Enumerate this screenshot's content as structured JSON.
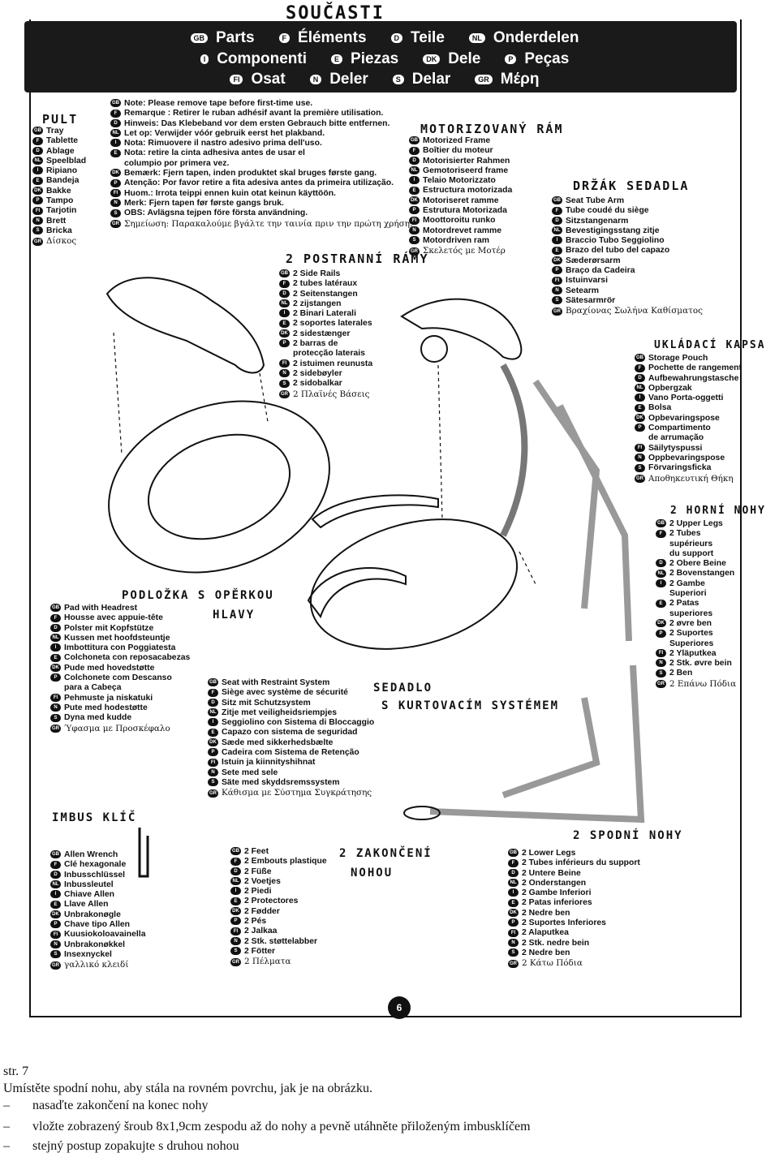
{
  "handwritten": {
    "title": "SOUČASTI",
    "pult": "PULT",
    "motor_frame": "MOTORIZOVANÝ RÁM",
    "seat_holder": "DRŽÁK SEDADLA",
    "pocket": "UKLÁDACÍ KAPSA",
    "side_rails": "2 POSTRANNÍ RÁMY",
    "upper_legs": "2 HORNÍ NOHY",
    "pad_line1": "PODLOŽKA S OPĚRKOU",
    "pad_line2": "HLAVY",
    "seat_line1": "SEDADLO",
    "seat_line2": "S KURTOVACÍM SYSTÉMEM",
    "wrench": "IMBUS KLÍČ",
    "feet_line1": "2 ZAKONČENÍ",
    "feet_line2": "NOHOU",
    "lower_legs": "2 SPODNÍ NOHY"
  },
  "banner": {
    "row1": [
      {
        "code": "GB",
        "text": "Parts"
      },
      {
        "code": "F",
        "text": "Éléments"
      },
      {
        "code": "D",
        "text": "Teile"
      },
      {
        "code": "NL",
        "text": "Onderdelen"
      }
    ],
    "row2": [
      {
        "code": "I",
        "text": "Componenti"
      },
      {
        "code": "E",
        "text": "Piezas"
      },
      {
        "code": "DK",
        "text": "Dele"
      },
      {
        "code": "P",
        "text": "Peças"
      }
    ],
    "row3": [
      {
        "code": "FI",
        "text": "Osat"
      },
      {
        "code": "N",
        "text": "Deler"
      },
      {
        "code": "S",
        "text": "Delar"
      },
      {
        "code": "GR",
        "text": "Μέρη"
      }
    ]
  },
  "tray": {
    "items": [
      {
        "code": "GB",
        "text": "Tray"
      },
      {
        "code": "F",
        "text": "Tablette"
      },
      {
        "code": "D",
        "text": "Ablage"
      },
      {
        "code": "NL",
        "text": "Speelblad"
      },
      {
        "code": "I",
        "text": "Ripiano"
      },
      {
        "code": "E",
        "text": "Bandeja"
      },
      {
        "code": "DK",
        "text": "Bakke"
      },
      {
        "code": "P",
        "text": "Tampo"
      },
      {
        "code": "FI",
        "text": "Tarjotin"
      },
      {
        "code": "N",
        "text": "Brett"
      },
      {
        "code": "S",
        "text": "Bricka"
      },
      {
        "code": "GR",
        "text": "Δίσκος"
      }
    ]
  },
  "note": {
    "items": [
      {
        "code": "GB",
        "text": "Note: Please remove tape before first-time use."
      },
      {
        "code": "F",
        "text": "Remarque : Retirer le ruban adhésif avant la première utilisation."
      },
      {
        "code": "D",
        "text": "Hinweis: Das Klebeband vor dem ersten Gebrauch bitte entfernen."
      },
      {
        "code": "NL",
        "text": "Let op: Verwijder vóór gebruik eerst het plakband."
      },
      {
        "code": "I",
        "text": "Nota: Rimuovere il nastro adesivo prima dell'uso."
      },
      {
        "code": "E",
        "text": "Nota: retire la cinta adhesiva antes de usar el"
      },
      {
        "code": "",
        "text": "columpio por primera vez."
      },
      {
        "code": "DK",
        "text": "Bemærk: Fjern tapen, inden produktet skal bruges første gang."
      },
      {
        "code": "P",
        "text": "Atenção: Por favor retire a fita adesiva antes da primeira utilização."
      },
      {
        "code": "FI",
        "text": "Huom.: Irrota teippi ennen kuin otat keinun käyttöön."
      },
      {
        "code": "N",
        "text": "Merk: Fjern tapen før første gangs bruk."
      },
      {
        "code": "S",
        "text": "OBS: Avlägsna tejpen före första användning."
      },
      {
        "code": "GR",
        "text": "Σημείωση: Παρακαλούμε βγάλτε την ταινία πριν την πρώτη χρήση."
      }
    ]
  },
  "motor": {
    "items": [
      {
        "code": "GB",
        "text": "Motorized Frame"
      },
      {
        "code": "F",
        "text": "Boîtier du moteur"
      },
      {
        "code": "D",
        "text": "Motorisierter Rahmen"
      },
      {
        "code": "NL",
        "text": "Gemotoriseerd frame"
      },
      {
        "code": "I",
        "text": "Telaio Motorizzato"
      },
      {
        "code": "E",
        "text": "Estructura motorizada"
      },
      {
        "code": "DK",
        "text": "Motoriseret ramme"
      },
      {
        "code": "P",
        "text": "Estrutura Motorizada"
      },
      {
        "code": "FI",
        "text": "Moottoroitu runko"
      },
      {
        "code": "N",
        "text": "Motordrevet ramme"
      },
      {
        "code": "S",
        "text": "Motordriven ram"
      },
      {
        "code": "GR",
        "text": "Σκελετός με Μοτέρ"
      }
    ]
  },
  "seat_tube": {
    "items": [
      {
        "code": "GB",
        "text": "Seat Tube Arm"
      },
      {
        "code": "F",
        "text": "Tube coudé du siège"
      },
      {
        "code": "D",
        "text": "Sitzstangenarm"
      },
      {
        "code": "NL",
        "text": "Bevestigingsstang zitje"
      },
      {
        "code": "I",
        "text": "Braccio Tubo Seggiolino"
      },
      {
        "code": "E",
        "text": "Brazo del tubo del capazo"
      },
      {
        "code": "DK",
        "text": "Sæderørsarm"
      },
      {
        "code": "P",
        "text": "Braço da Cadeira"
      },
      {
        "code": "FI",
        "text": "Istuinvarsi"
      },
      {
        "code": "N",
        "text": "Setearm"
      },
      {
        "code": "S",
        "text": "Sätesarmrör"
      },
      {
        "code": "GR",
        "text": "Βραχίονας Σωλήνα Καθίσματος"
      }
    ]
  },
  "rails": {
    "items": [
      {
        "code": "GB",
        "text": "2 Side Rails"
      },
      {
        "code": "F",
        "text": "2 tubes latéraux"
      },
      {
        "code": "D",
        "text": "2 Seitenstangen"
      },
      {
        "code": "NL",
        "text": "2 zijstangen"
      },
      {
        "code": "I",
        "text": "2 Binari Laterali"
      },
      {
        "code": "E",
        "text": "2 soportes laterales"
      },
      {
        "code": "DK",
        "text": "2 sidestænger"
      },
      {
        "code": "P",
        "text": "2 barras de"
      },
      {
        "code": "",
        "text": "protecção laterais"
      },
      {
        "code": "FI",
        "text": "2 istuimen reunusta"
      },
      {
        "code": "N",
        "text": "2 sidebøyler"
      },
      {
        "code": "S",
        "text": "2 sidobalkar"
      },
      {
        "code": "GR",
        "text": "2 Πλαϊνές Βάσεις"
      }
    ]
  },
  "pouch": {
    "items": [
      {
        "code": "GB",
        "text": "Storage Pouch"
      },
      {
        "code": "F",
        "text": "Pochette de rangement"
      },
      {
        "code": "D",
        "text": "Aufbewahrungstasche"
      },
      {
        "code": "NL",
        "text": "Opbergzak"
      },
      {
        "code": "I",
        "text": "Vano Porta-oggetti"
      },
      {
        "code": "E",
        "text": "Bolsa"
      },
      {
        "code": "DK",
        "text": "Opbevaringspose"
      },
      {
        "code": "P",
        "text": "Compartimento"
      },
      {
        "code": "",
        "text": "de arrumação"
      },
      {
        "code": "FI",
        "text": "Säilytyspussi"
      },
      {
        "code": "N",
        "text": "Oppbevaringspose"
      },
      {
        "code": "S",
        "text": "Förvaringsficka"
      },
      {
        "code": "GR",
        "text": "Αποθηκευτική Θήκη"
      }
    ]
  },
  "upper": {
    "items": [
      {
        "code": "GB",
        "text": "2 Upper Legs"
      },
      {
        "code": "F",
        "text": "2 Tubes"
      },
      {
        "code": "",
        "text": "supérieurs"
      },
      {
        "code": "",
        "text": "du support"
      },
      {
        "code": "D",
        "text": "2 Obere Beine"
      },
      {
        "code": "NL",
        "text": "2 Bovenstangen"
      },
      {
        "code": "I",
        "text": "2 Gambe"
      },
      {
        "code": "",
        "text": "Superiori"
      },
      {
        "code": "E",
        "text": "2 Patas"
      },
      {
        "code": "",
        "text": "superiores"
      },
      {
        "code": "DK",
        "text": "2 øvre ben"
      },
      {
        "code": "P",
        "text": "2 Suportes"
      },
      {
        "code": "",
        "text": "Superiores"
      },
      {
        "code": "FI",
        "text": "2 Yläputkea"
      },
      {
        "code": "N",
        "text": "2 Stk. øvre bein"
      },
      {
        "code": "S",
        "text": "2 Ben"
      },
      {
        "code": "GR",
        "text": "2 Επάνω Πόδια"
      }
    ]
  },
  "pad": {
    "items": [
      {
        "code": "GB",
        "text": "Pad with Headrest"
      },
      {
        "code": "F",
        "text": "Housse avec appuie-tête"
      },
      {
        "code": "D",
        "text": "Polster mit Kopfstütze"
      },
      {
        "code": "NL",
        "text": "Kussen met hoofdsteuntje"
      },
      {
        "code": "I",
        "text": "Imbottitura con Poggiatesta"
      },
      {
        "code": "E",
        "text": "Colchoneta con reposacabezas"
      },
      {
        "code": "DK",
        "text": "Pude med hovedstøtte"
      },
      {
        "code": "P",
        "text": "Colchonete com Descanso"
      },
      {
        "code": "",
        "text": "para a Cabeça"
      },
      {
        "code": "FI",
        "text": "Pehmuste ja niskatuki"
      },
      {
        "code": "N",
        "text": "Pute med hodestøtte"
      },
      {
        "code": "S",
        "text": "Dyna med kudde"
      },
      {
        "code": "GR",
        "text": "Ύφασμα με Προσκέφαλο"
      }
    ]
  },
  "seat": {
    "items": [
      {
        "code": "GB",
        "text": "Seat with Restraint System"
      },
      {
        "code": "F",
        "text": "Siège avec système de sécurité"
      },
      {
        "code": "D",
        "text": "Sitz mit Schutzsystem"
      },
      {
        "code": "NL",
        "text": "Zitje met veiligheidsriempjes"
      },
      {
        "code": "I",
        "text": "Seggiolino con Sistema di Bloccaggio"
      },
      {
        "code": "E",
        "text": "Capazo con sistema de seguridad"
      },
      {
        "code": "DK",
        "text": "Sæde med sikkerhedsbælte"
      },
      {
        "code": "P",
        "text": "Cadeira com Sistema de Retenção"
      },
      {
        "code": "FI",
        "text": "Istuin ja kiinnityshihnat"
      },
      {
        "code": "N",
        "text": "Sete med sele"
      },
      {
        "code": "S",
        "text": "Säte med skyddsremssystem"
      },
      {
        "code": "GR",
        "text": "Κάθισμα με Σύστημα Συγκράτησης"
      }
    ]
  },
  "allen": {
    "items": [
      {
        "code": "GB",
        "text": "Allen Wrench"
      },
      {
        "code": "F",
        "text": "Clé hexagonale"
      },
      {
        "code": "D",
        "text": "Inbusschlüssel"
      },
      {
        "code": "NL",
        "text": "Inbussleutel"
      },
      {
        "code": "I",
        "text": "Chiave Allen"
      },
      {
        "code": "E",
        "text": "Llave Allen"
      },
      {
        "code": "DK",
        "text": "Unbrakonøgle"
      },
      {
        "code": "P",
        "text": "Chave tipo Allen"
      },
      {
        "code": "FI",
        "text": "Kuusiokoloavainella"
      },
      {
        "code": "N",
        "text": "Unbrakonøkkel"
      },
      {
        "code": "S",
        "text": "Insexnyckel"
      },
      {
        "code": "GR",
        "text": "γαλλικό κλειδί"
      }
    ]
  },
  "feet": {
    "items": [
      {
        "code": "GB",
        "text": "2 Feet"
      },
      {
        "code": "F",
        "text": "2 Embouts plastique"
      },
      {
        "code": "D",
        "text": "2 Füße"
      },
      {
        "code": "NL",
        "text": "2 Voetjes"
      },
      {
        "code": "I",
        "text": "2 Piedi"
      },
      {
        "code": "E",
        "text": "2 Protectores"
      },
      {
        "code": "DK",
        "text": "2 Fødder"
      },
      {
        "code": "P",
        "text": "2 Pés"
      },
      {
        "code": "FI",
        "text": "2 Jalkaa"
      },
      {
        "code": "N",
        "text": "2 Stk. støttelabber"
      },
      {
        "code": "S",
        "text": "2 Fötter"
      },
      {
        "code": "GR",
        "text": "2 Πέλματα"
      }
    ]
  },
  "lower": {
    "items": [
      {
        "code": "GB",
        "text": "2 Lower Legs"
      },
      {
        "code": "F",
        "text": "2 Tubes inférieurs du support"
      },
      {
        "code": "D",
        "text": "2 Untere Beine"
      },
      {
        "code": "NL",
        "text": "2 Onderstangen"
      },
      {
        "code": "I",
        "text": "2 Gambe Inferiori"
      },
      {
        "code": "E",
        "text": "2 Patas inferiores"
      },
      {
        "code": "DK",
        "text": "2 Nedre ben"
      },
      {
        "code": "P",
        "text": "2 Suportes Inferiores"
      },
      {
        "code": "FI",
        "text": "2 Alaputkea"
      },
      {
        "code": "N",
        "text": "2 Stk. nedre bein"
      },
      {
        "code": "S",
        "text": "2 Nedre ben"
      },
      {
        "code": "GR",
        "text": "2 Κάτω Πόδια"
      }
    ]
  },
  "page_number": "6",
  "footer": {
    "page": "str. 7",
    "line1": "Umístěte spodní nohu, aby stála na rovném povrchu, jak je na obrázku.",
    "bullets": [
      "nasaďte zakončení na konec nohy",
      "vložte zobrazený šroub 8x1,9cm zespodu až do nohy a pevně utáhněte přiloženým imbusklíčem",
      "stejný postup zopakujte s druhou nohou"
    ]
  }
}
